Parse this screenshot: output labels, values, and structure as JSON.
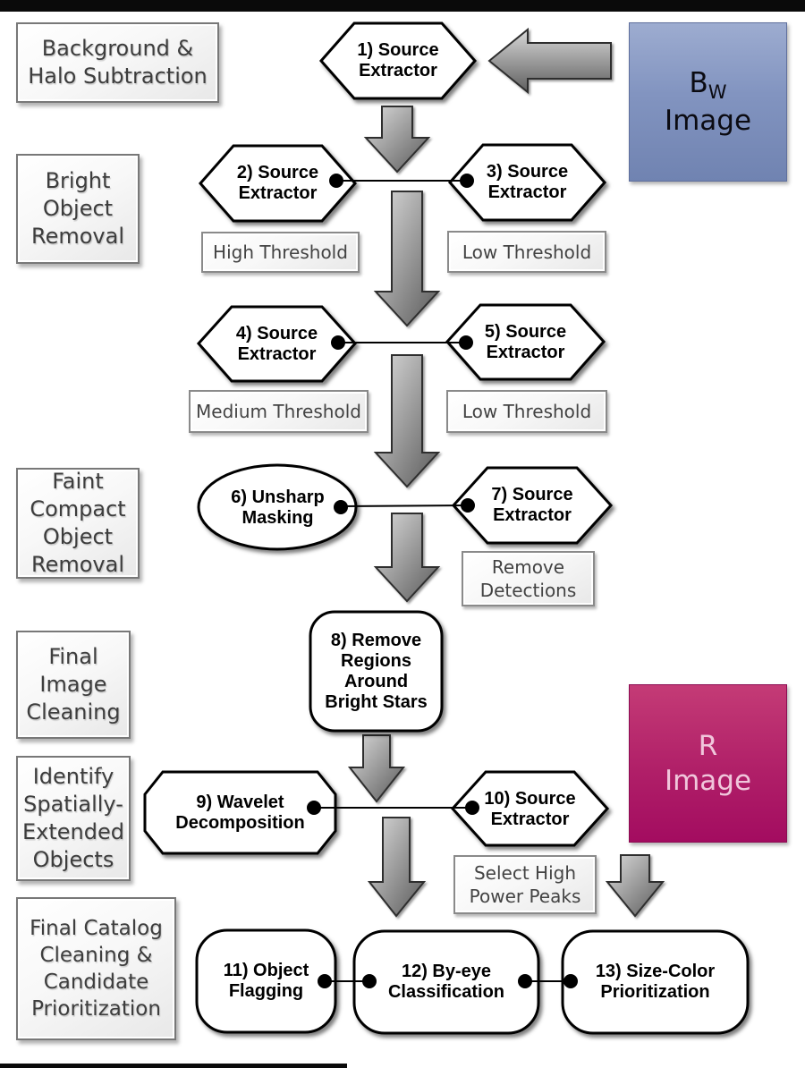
{
  "figure": {
    "type": "flowchart",
    "description": "Image-processing pipeline flow diagram with 13 numbered steps"
  },
  "colors": {
    "top_bar": "#0a0a0a",
    "node_fill": "#ffffff",
    "node_stroke": "#000000",
    "arrow_light": "#d8d8d8",
    "arrow_dark": "#5f5f5f",
    "label_text": "#3d3d3d",
    "bw_box_top": "#9dacd0",
    "bw_box_bottom": "#7083b1",
    "r_box_top": "#c43b76",
    "r_box_bottom": "#a30c60",
    "r_box_text": "#f0c6db"
  },
  "stage_labels": [
    {
      "name": "background-halo-subtraction",
      "text": "Background &\nHalo Subtraction"
    },
    {
      "name": "bright-object-removal",
      "text": "Bright\nObject\nRemoval"
    },
    {
      "name": "faint-compact-object-removal",
      "text": "Faint\nCompact\nObject\nRemoval"
    },
    {
      "name": "final-image-cleaning",
      "text": "Final\nImage\nCleaning"
    },
    {
      "name": "identify-spatially-extended-objects",
      "text": "Identify\nSpatially-\nExtended\nObjects"
    },
    {
      "name": "final-catalog-cleaning",
      "text": "Final Catalog\nCleaning &\nCandidate\nPrioritization"
    }
  ],
  "nodes": [
    {
      "id": 1,
      "shape": "hexagon",
      "label": "1) Source\nExtractor"
    },
    {
      "id": 2,
      "shape": "hexagon",
      "label": "2) Source\nExtractor"
    },
    {
      "id": 3,
      "shape": "hexagon",
      "label": "3) Source\nExtractor"
    },
    {
      "id": 4,
      "shape": "hexagon",
      "label": "4) Source\nExtractor"
    },
    {
      "id": 5,
      "shape": "hexagon",
      "label": "5) Source\nExtractor"
    },
    {
      "id": 6,
      "shape": "ellipse",
      "label": "6) Unsharp\nMasking"
    },
    {
      "id": 7,
      "shape": "hexagon",
      "label": "7) Source\nExtractor"
    },
    {
      "id": 8,
      "shape": "rounded-rect",
      "label": "8) Remove\nRegions\nAround\nBright Stars"
    },
    {
      "id": 9,
      "shape": "octagon",
      "label": "9) Wavelet\nDecomposition"
    },
    {
      "id": 10,
      "shape": "hexagon",
      "label": "10) Source\nExtractor"
    },
    {
      "id": 11,
      "shape": "rounded-rect",
      "label": "11) Object\nFlagging"
    },
    {
      "id": 12,
      "shape": "rounded-rect",
      "label": "12) By-eye\nClassification"
    },
    {
      "id": 13,
      "shape": "rounded-rect",
      "label": "13) Size-Color\nPrioritization"
    }
  ],
  "param_labels": [
    {
      "name": "high-threshold",
      "text": "High Threshold"
    },
    {
      "name": "low-threshold-node3",
      "text": "Low Threshold"
    },
    {
      "name": "medium-threshold",
      "text": "Medium Threshold"
    },
    {
      "name": "low-threshold-node5",
      "text": "Low Threshold"
    },
    {
      "name": "remove-detections",
      "text": "Remove\nDetections"
    },
    {
      "name": "select-high-power-peaks",
      "text": "Select High\nPower Peaks"
    }
  ],
  "image_boxes": {
    "bw": {
      "label_main": "B",
      "label_sub": "W",
      "label_line2": "Image"
    },
    "r": {
      "label": "R\nImage"
    }
  },
  "edges": [
    "BW Image -> 1",
    "1 -> 2/3 row",
    "2 - 3 (paired, dotted link)",
    "2/3 row -> 4/5 row",
    "4 - 5 (paired, dotted link)",
    "4/5 row -> 6/7 row",
    "6 - 7 (paired, dotted link)",
    "6/7 row -> 8",
    "8 -> 9/10 row",
    "9 - 10 (paired, dotted link)",
    "9/10 row -> 12",
    "R Image -> 13",
    "11 - 12 (paired, dotted link)",
    "12 - 13 (paired, dotted link)"
  ]
}
